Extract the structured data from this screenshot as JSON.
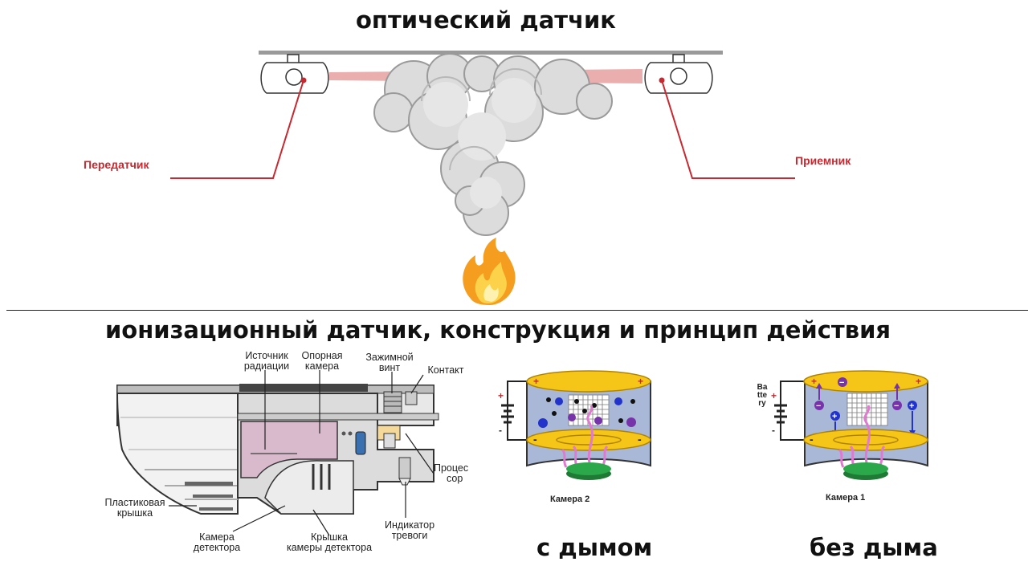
{
  "optical": {
    "title": "оптический датчик",
    "transmitter_label": "Передатчик",
    "receiver_label": "Приемник"
  },
  "ionization": {
    "title": "ионизационный датчик, конструкция и принцип действия",
    "labels": {
      "radiation_source_1": "Источник",
      "radiation_source_2": "радиации",
      "reference_chamber_1": "Опорная",
      "reference_chamber_2": "камера",
      "clamp_screw_1": "Зажимной",
      "clamp_screw_2": "винт",
      "contact": "Контакт",
      "processor_1": "Процес",
      "processor_2": "сор",
      "plastic_cover_1": "Пластиковая",
      "plastic_cover_2": "крышка",
      "detector_chamber_1": "Камера",
      "detector_chamber_2": "детектора",
      "detector_cover_1": "Крышка",
      "detector_cover_2": "камеры детектора",
      "alarm_indicator_1": "Индикатор",
      "alarm_indicator_2": "тревоги"
    },
    "chamber_with_smoke": {
      "caption": "Камера 2",
      "state": "с дымом"
    },
    "chamber_without_smoke": {
      "caption": "Камера 1",
      "battery": "Battery",
      "state": "без дыма"
    }
  },
  "colors": {
    "accent_red": "#c8282f",
    "laser_beam": "#e8a0a0",
    "smoke": "#d8d8d8",
    "chamber_body": "#aab8d8",
    "plate": "#f5c518",
    "source": "#2aa84a"
  }
}
